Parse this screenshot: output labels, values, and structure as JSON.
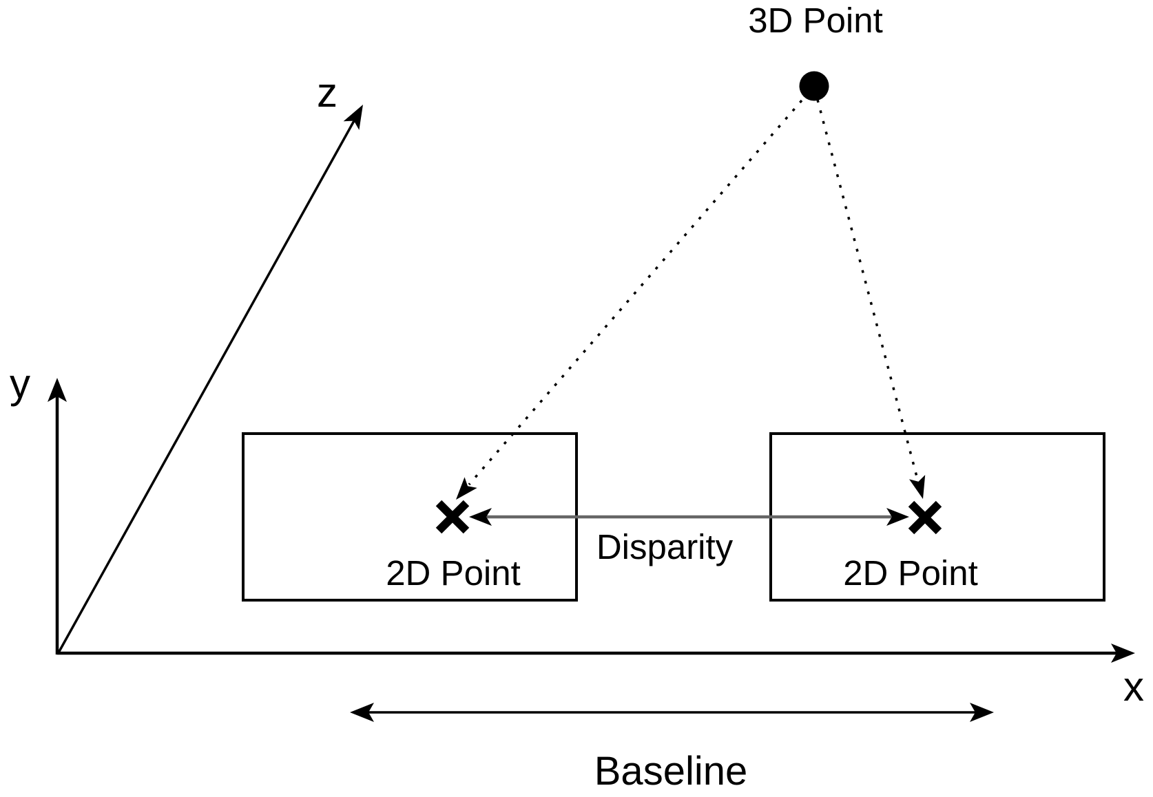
{
  "diagram": {
    "labels": {
      "point_3d": "3D Point",
      "point_2d_left": "2D Point",
      "point_2d_right": "2D Point",
      "disparity": "Disparity",
      "baseline": "Baseline",
      "axis_x": "x",
      "axis_y": "y",
      "axis_z": "z"
    },
    "colors": {
      "line": "#000000",
      "text": "#000000",
      "disparity_line": "#666666",
      "background": "#ffffff"
    }
  }
}
